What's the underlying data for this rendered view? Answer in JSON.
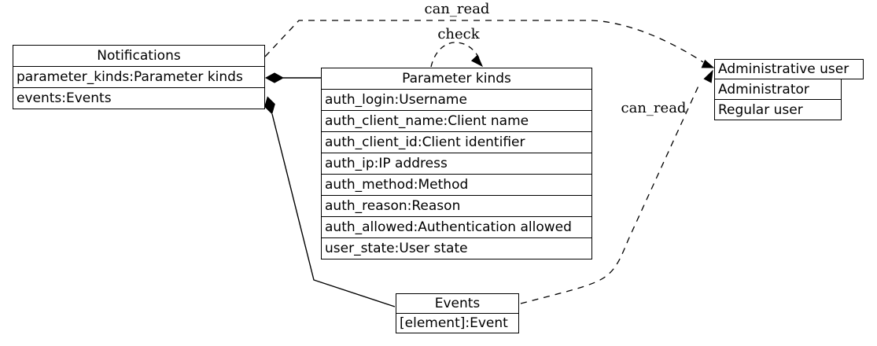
{
  "diagram_title": "notifications-access-diagram",
  "colors": {
    "background": "#ffffff",
    "line": "#000000",
    "node_fill": "#ffffff",
    "text": "#000000"
  },
  "nodes": {
    "notifications": {
      "title": "Notifications",
      "rows": [
        "parameter_kinds:Parameter kinds",
        "events:Events"
      ]
    },
    "parameter_kinds": {
      "title": "Parameter kinds",
      "rows": [
        "auth_login:Username",
        "auth_client_name:Client name",
        "auth_client_id:Client identifier",
        "auth_ip:IP address",
        "auth_method:Method",
        "auth_reason:Reason",
        "auth_allowed:Authentication allowed",
        "user_state:User state"
      ]
    },
    "events": {
      "title": "Events",
      "rows": [
        "[element]:Event"
      ]
    },
    "administrative_user": {
      "title": "Administrative user",
      "rows": [
        "Administrator",
        "Regular user"
      ]
    }
  },
  "edges": {
    "can_read_top": {
      "label": "can_read",
      "style": "dashed",
      "from": "Notifications",
      "to": "Administrative user",
      "arrow": "normal"
    },
    "check_loop": {
      "label": "check",
      "style": "dashed",
      "from": "Parameter kinds",
      "to": "Parameter kinds",
      "arrow": "normal"
    },
    "can_read_events": {
      "label": "can_read",
      "style": "dashed",
      "from": "Events",
      "to": "Administrative user",
      "arrow": "normal"
    },
    "composition_parameter_kinds": {
      "label": "",
      "style": "solid",
      "from": "Notifications.parameter_kinds",
      "to": "Parameter kinds",
      "arrow": "diamond"
    },
    "composition_events": {
      "label": "",
      "style": "solid",
      "from": "Notifications.events",
      "to": "Events",
      "arrow": "diamond"
    }
  }
}
